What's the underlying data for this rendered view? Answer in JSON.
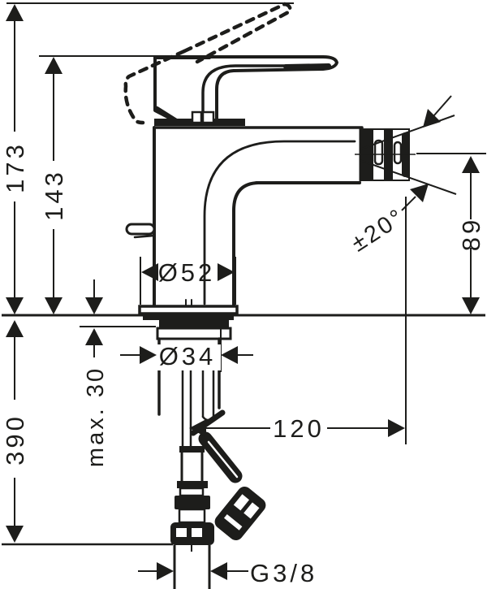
{
  "page": {
    "background": "#ffffff",
    "ink": "#1d1d1b"
  },
  "drawing": {
    "type": "technical-dimension-diagram",
    "subject": "single-hole bidet mixer tap, front elevation with below-deck mounting shank and supply hoses",
    "dimensions": {
      "overall_height": "173",
      "height_to_handle_top": "143",
      "spout_outlet_height": "89",
      "spout_swivel_angle": "±20°",
      "base_diameter": "Ø52",
      "shank_diameter": "Ø34",
      "max_counter_thickness": "max. 30",
      "hose_length_below_deck": "390",
      "spout_reach": "120",
      "supply_connection_thread": "G3/8"
    }
  }
}
